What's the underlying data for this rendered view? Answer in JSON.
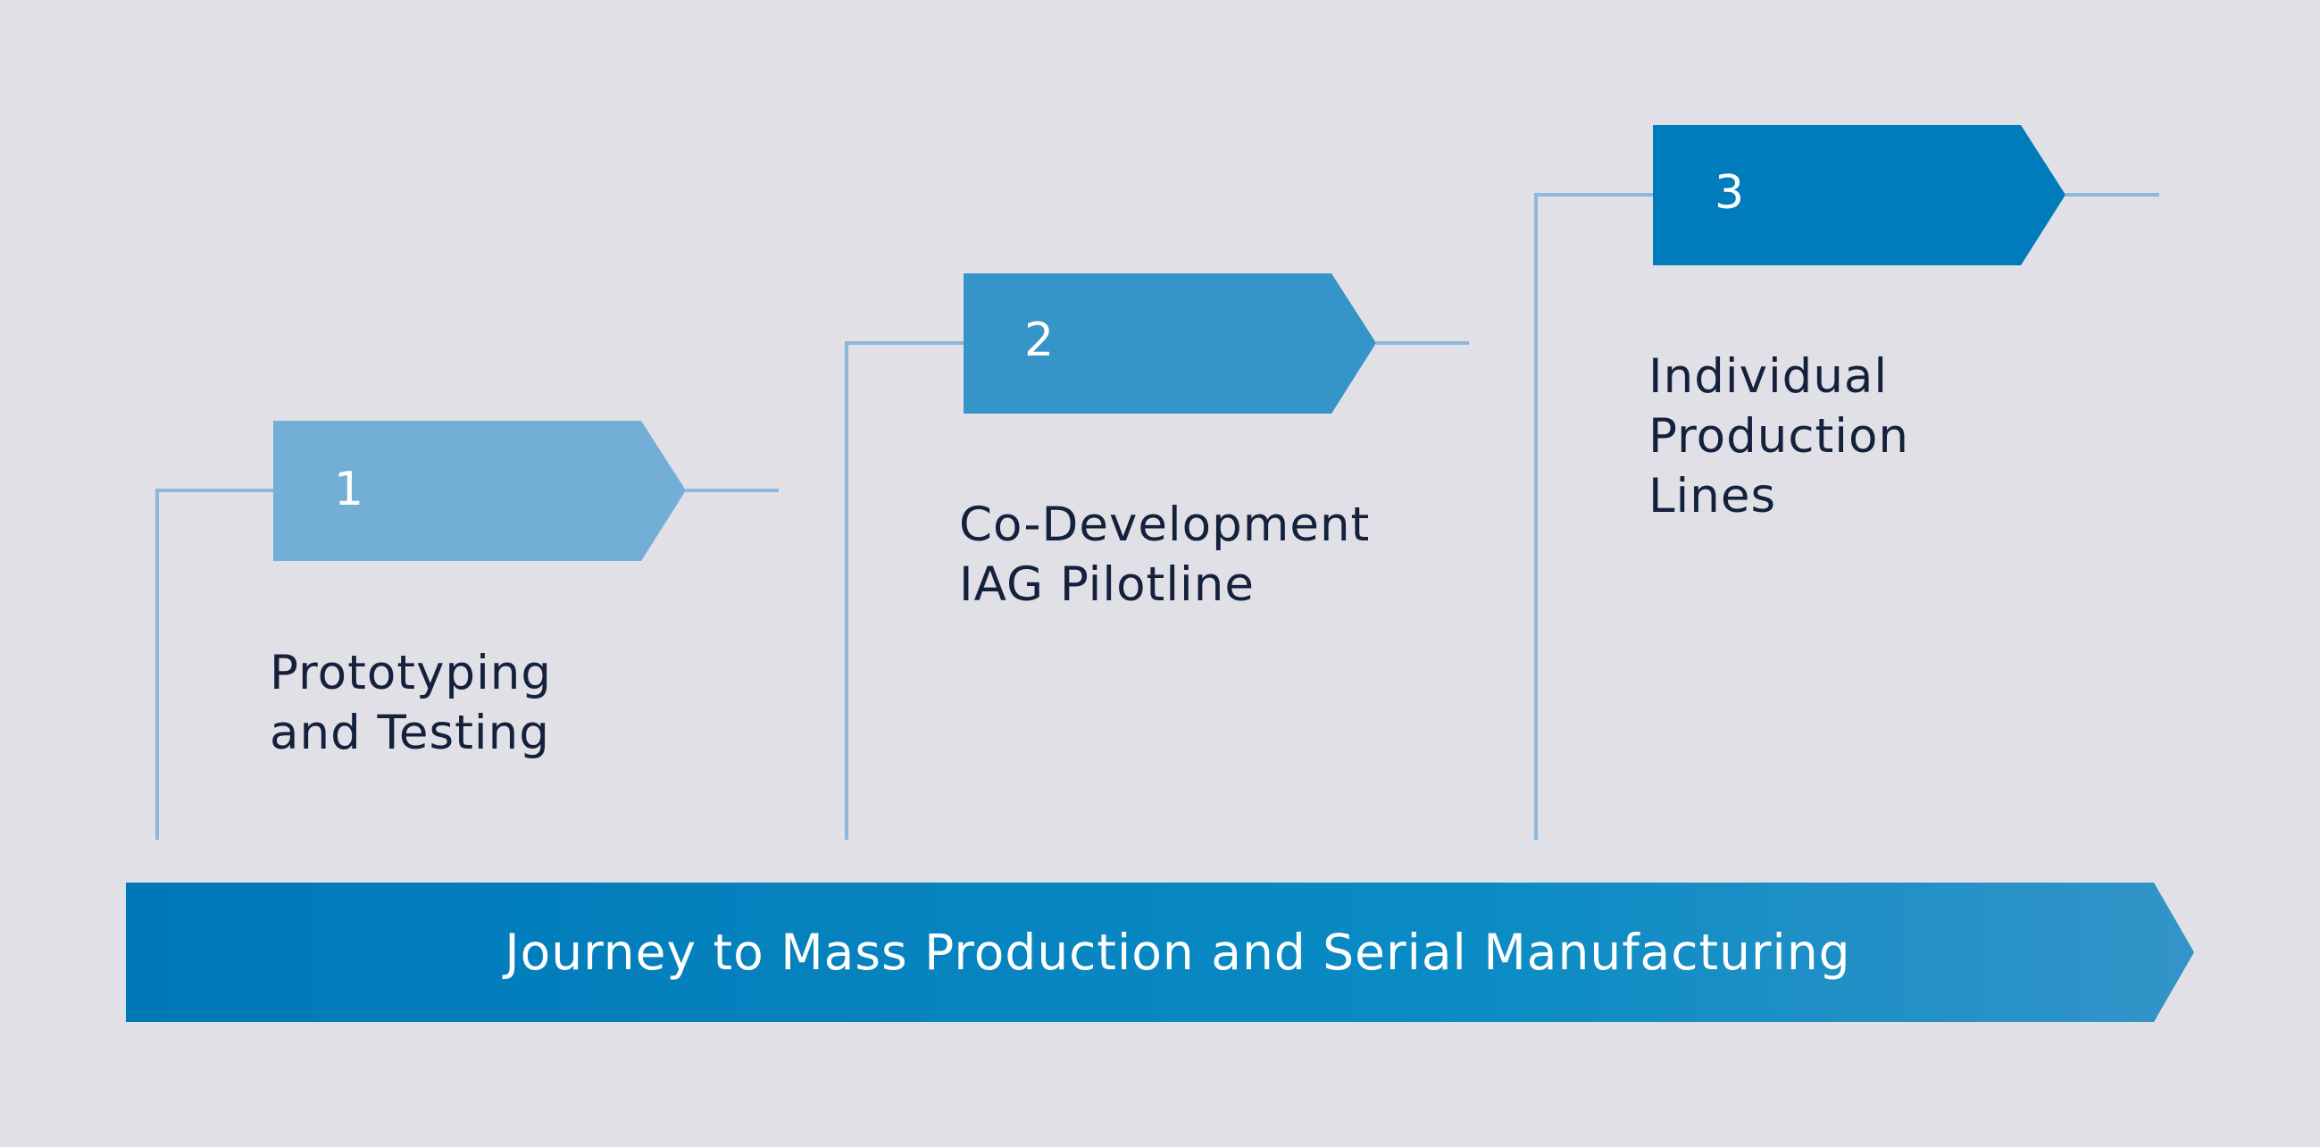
{
  "colors": {
    "background": "#e1e0e7",
    "connector": "#8bb8dc",
    "step_1": "#72aed6",
    "step_2": "#3594c8",
    "step_3": "#007bbb",
    "journey_start": "#0078b8",
    "journey_end": "#3394c8",
    "text_dark": "#13213c",
    "text_light": "#ffffff"
  },
  "steps": [
    {
      "number": "1",
      "label_lines": [
        "Prototyping",
        "and Testing"
      ]
    },
    {
      "number": "2",
      "label_lines": [
        "Co-Development",
        "IAG Pilotline"
      ]
    },
    {
      "number": "3",
      "label_lines": [
        "Individual",
        "Production",
        "Lines"
      ]
    }
  ],
  "journey": {
    "label": "Journey to Mass Production and Serial Manufacturing"
  }
}
